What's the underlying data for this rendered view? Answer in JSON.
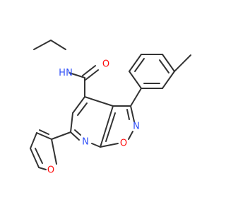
{
  "colors": {
    "carbon": "#333333",
    "nitrogen": "#3050f8",
    "oxygen": "#ff0d0d"
  },
  "atoms": {
    "amide_oxygen": "O",
    "amide_nh": "H\nN",
    "isoxazole_nitrogen": "N",
    "pyridine_nitrogen": "N",
    "isoxazole_oxygen": "O",
    "furan_oxygen": "O"
  }
}
